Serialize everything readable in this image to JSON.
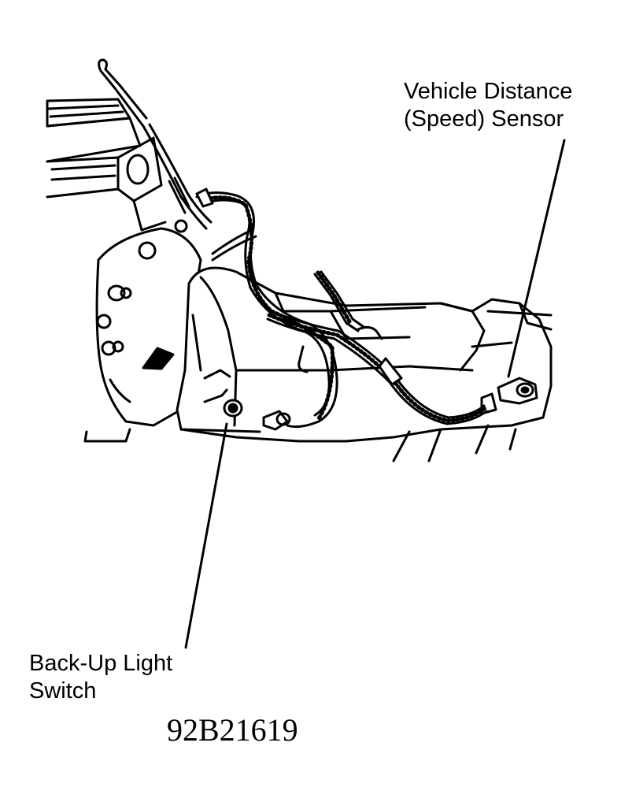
{
  "labels": {
    "vehicle_distance_sensor": {
      "line1": "Vehicle Distance",
      "line2": "(Speed) Sensor"
    },
    "backup_light_switch": {
      "line1": "Back-Up Light",
      "line2": "Switch"
    }
  },
  "figure_id": "92B21619",
  "colors": {
    "ink": "#000000",
    "paper": "#ffffff"
  }
}
